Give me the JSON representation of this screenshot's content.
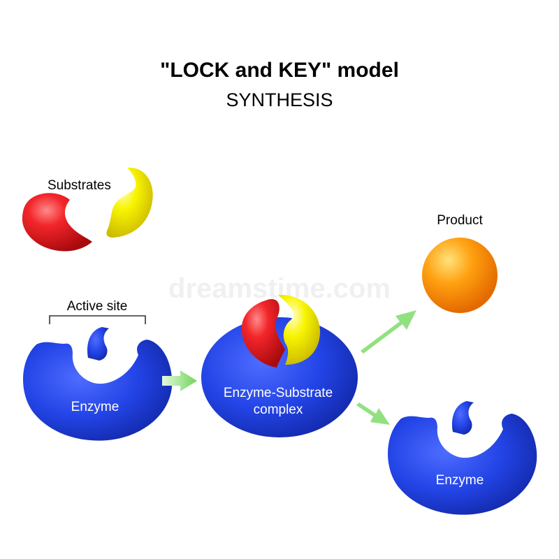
{
  "title": {
    "main": "\"LOCK and KEY\" model",
    "sub": "SYNTHESIS"
  },
  "labels": {
    "substrates": "Substrates",
    "active_site": "Active site",
    "enzyme_left": "Enzyme",
    "complex_line1": "Enzyme-Substrate",
    "complex_line2": "complex",
    "product": "Product",
    "enzyme_right": "Enzyme"
  },
  "watermark": "dreamstime.com",
  "colors": {
    "enzyme": "#1f3fe0",
    "substrate_red": "#e8161b",
    "substrate_yellow": "#f4f000",
    "product": "#ff8a00",
    "arrow": "#8fe07c",
    "bracket": "#333333",
    "text": "#000000",
    "enzyme_text": "#ffffff"
  },
  "icons": {
    "enzyme": "enzyme-shape-icon",
    "substrate_red": "red-substrate-icon",
    "substrate_yellow": "yellow-substrate-icon",
    "product": "product-sphere-icon",
    "arrow": "green-arrow-icon"
  }
}
